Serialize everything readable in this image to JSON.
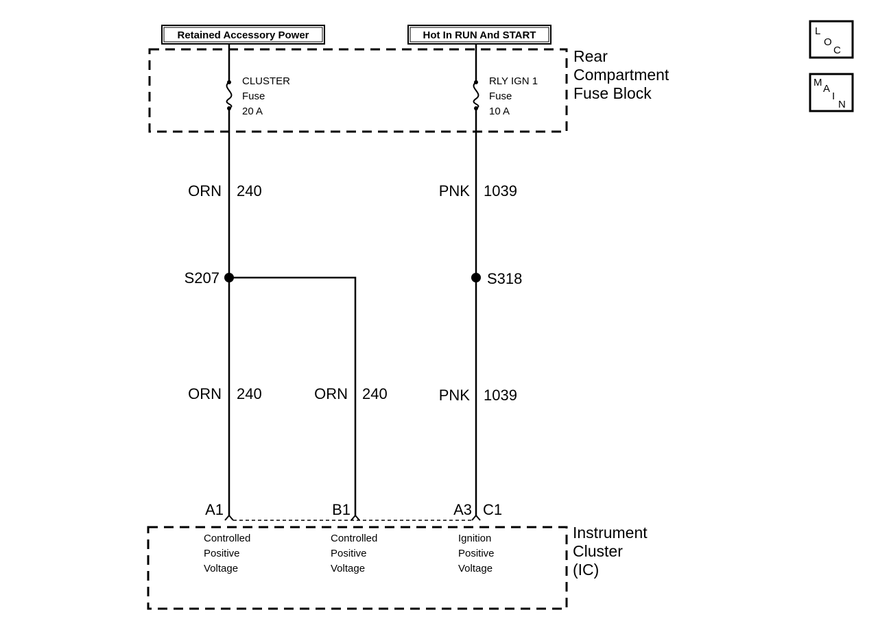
{
  "power_sources": {
    "left": "Retained Accessory Power",
    "right": "Hot In RUN And START"
  },
  "fuse_block": {
    "label_line1": "Rear",
    "label_line2": "Compartment",
    "label_line3": "Fuse Block",
    "fuse_left": {
      "name": "CLUSTER",
      "type": "Fuse",
      "rating": "20 A"
    },
    "fuse_right": {
      "name": "RLY IGN 1",
      "type": "Fuse",
      "rating": "10 A"
    }
  },
  "wires": {
    "upper_left": {
      "color": "ORN",
      "circuit": "240"
    },
    "upper_right": {
      "color": "PNK",
      "circuit": "1039"
    },
    "lower_left": {
      "color": "ORN",
      "circuit": "240"
    },
    "lower_middle": {
      "color": "ORN",
      "circuit": "240"
    },
    "lower_right": {
      "color": "PNK",
      "circuit": "1039"
    }
  },
  "splices": {
    "left": "S207",
    "right": "S318"
  },
  "connectors": {
    "a1": "A1",
    "b1": "B1",
    "a3": "A3",
    "c1": "C1"
  },
  "cluster": {
    "label_line1": "Instrument",
    "label_line2": "Cluster",
    "label_line3": "(IC)",
    "pin_a1": {
      "line1": "Controlled",
      "line2": "Positive",
      "line3": "Voltage"
    },
    "pin_b1": {
      "line1": "Controlled",
      "line2": "Positive",
      "line3": "Voltage"
    },
    "pin_a3": {
      "line1": "Ignition",
      "line2": "Positive",
      "line3": "Voltage"
    }
  },
  "side_icons": {
    "loc": {
      "l": "L",
      "o": "O",
      "c": "C"
    },
    "main": {
      "m": "M",
      "a": "A",
      "i": "I",
      "n": "N"
    }
  }
}
